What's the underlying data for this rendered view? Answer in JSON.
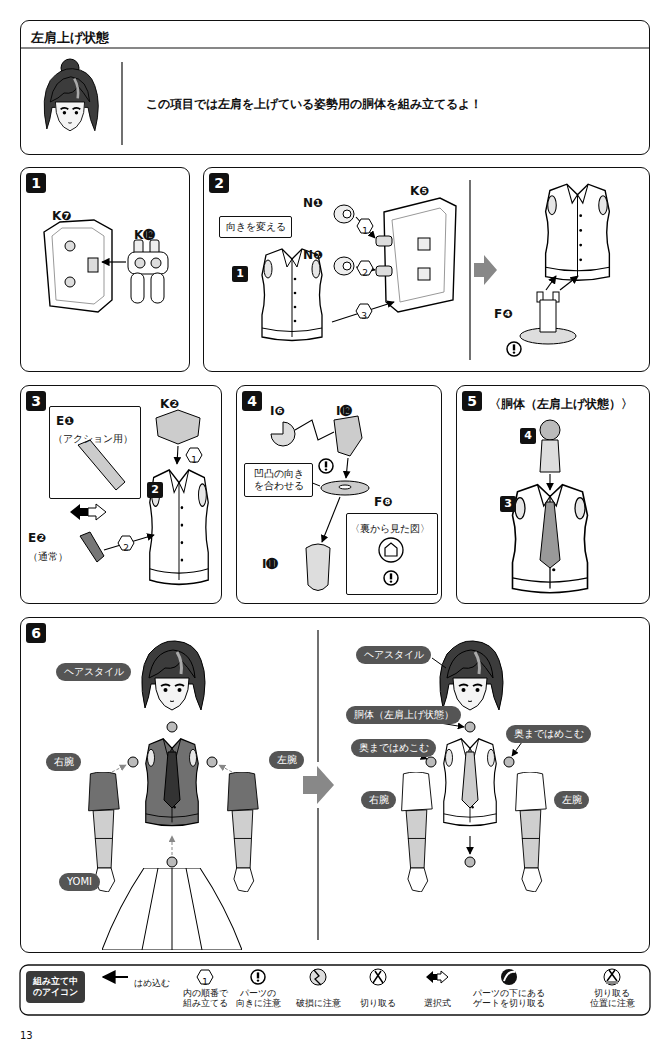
{
  "diagram": {
    "nodes": [
      {
        "text": [
          "左肩上げ状態",
          "この項目では左肩を上げている姿勢用の胴体を組み立てるよ！"
        ]
      },
      {
        "text": [
          "1"
        ]
      },
      {
        "text": [
          "2"
        ]
      },
      {
        "text": [
          "向きを変える"
        ],
        "in": 2
      },
      {
        "text": [
          "3"
        ]
      },
      {
        "text": [
          "E❶",
          "（アクション用）"
        ],
        "in": 4
      },
      {
        "text": [
          "4"
        ]
      },
      {
        "text": [
          "凹凸の向き を合わせる"
        ],
        "in": 6
      },
      {
        "text": [
          "〈裏から見た図〉"
        ],
        "in": 6
      },
      {
        "text": [
          "5",
          "〈胴体（左肩上げ状態）〉"
        ]
      },
      {
        "text": [
          "6"
        ]
      },
      {
        "text": [
          "ヘアスタイル"
        ],
        "in": 10
      },
      {
        "text": [
          "右腕"
        ],
        "in": 10
      },
      {
        "text": [
          "左腕"
        ],
        "in": 10
      },
      {
        "text": [
          "YOMI"
        ],
        "in": 10
      },
      {
        "text": [
          "ヘアスタイル"
        ],
        "in": 10
      },
      {
        "text": [
          "胴体（左肩上げ状態）"
        ],
        "in": 10
      },
      {
        "text": [
          "奥まではめこむ"
        ],
        "in": 10
      },
      {
        "text": [
          "奥まではめこむ"
        ],
        "in": 10
      },
      {
        "text": [
          "右腕"
        ],
        "in": 10
      },
      {
        "text": [
          "左腕"
        ],
        "in": 10
      },
      {
        "text": [
          "組み立て中 のアイコン"
        ]
      }
    ],
    "labels": [
      "K❼",
      "K⓬",
      "N❶",
      "1",
      "K❺",
      "N❶",
      "2",
      "1",
      "3",
      "F❹",
      "K❷",
      "1",
      "2",
      "2",
      "E❷",
      "（通常）",
      "I❻",
      "I⓬",
      "F❽",
      "I⓫",
      "4",
      "3",
      "1",
      "13"
    ],
    "legend": [
      {
        "text": "はめ込む"
      },
      {
        "text": "内の順番で 組み立てる"
      },
      {
        "text": "パーツの 向きに注意"
      },
      {
        "text": "破損に注意"
      },
      {
        "text": "切り取る"
      },
      {
        "text": "選択式"
      },
      {
        "text": "パーツの下にある ゲートを切り取る"
      },
      {
        "text": "切り取る 位置に注意"
      }
    ]
  }
}
